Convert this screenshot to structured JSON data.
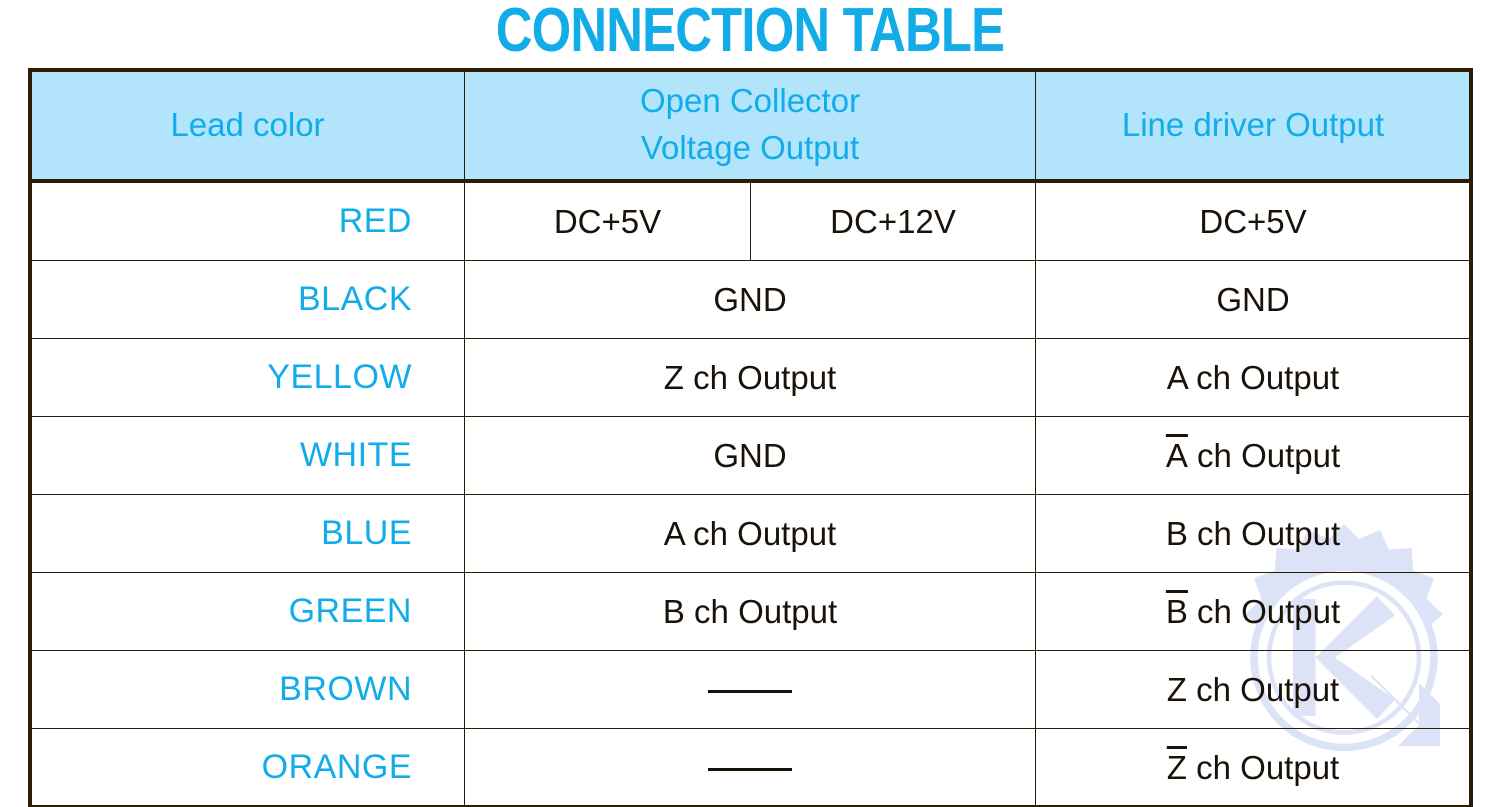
{
  "title": "CONNECTION TABLE",
  "colors": {
    "accent_cyan": "#12ACE8",
    "header_background": "#B2E5FC",
    "border": "#2b1d05",
    "text": "#1a1208",
    "watermark": "#c3cdef"
  },
  "table": {
    "headers": {
      "lead_color": "Lead color",
      "open_collector": "Open Collector\nVoltage Output",
      "line_driver": "Line driver Output"
    },
    "rows": [
      {
        "lead": "RED",
        "open_collector_split": true,
        "open_collector_a": "DC+5V",
        "open_collector_b": "DC+12V",
        "line_driver": "DC+5V",
        "line_driver_overline": ""
      },
      {
        "lead": "BLACK",
        "open_collector_split": false,
        "open_collector": "GND",
        "line_driver": "GND",
        "line_driver_overline": ""
      },
      {
        "lead": "YELLOW",
        "open_collector_split": false,
        "open_collector": "Z ch Output",
        "line_driver": "A ch Output",
        "line_driver_overline": ""
      },
      {
        "lead": "WHITE",
        "open_collector_split": false,
        "open_collector": "GND",
        "line_driver": " ch Output",
        "line_driver_overline": "A"
      },
      {
        "lead": "BLUE",
        "open_collector_split": false,
        "open_collector": "A ch Output",
        "line_driver": "B ch Output",
        "line_driver_overline": ""
      },
      {
        "lead": "GREEN",
        "open_collector_split": false,
        "open_collector": "B ch Output",
        "line_driver": " ch Output",
        "line_driver_overline": "B"
      },
      {
        "lead": "BROWN",
        "open_collector_split": false,
        "open_collector": "—",
        "open_collector_is_dash": true,
        "line_driver": "Z ch Output",
        "line_driver_overline": ""
      },
      {
        "lead": "ORANGE",
        "open_collector_split": false,
        "open_collector": "—",
        "open_collector_is_dash": true,
        "line_driver": " ch Output",
        "line_driver_overline": "Z"
      }
    ]
  },
  "watermark": {
    "name": "gear-arrow-logo-watermark"
  }
}
